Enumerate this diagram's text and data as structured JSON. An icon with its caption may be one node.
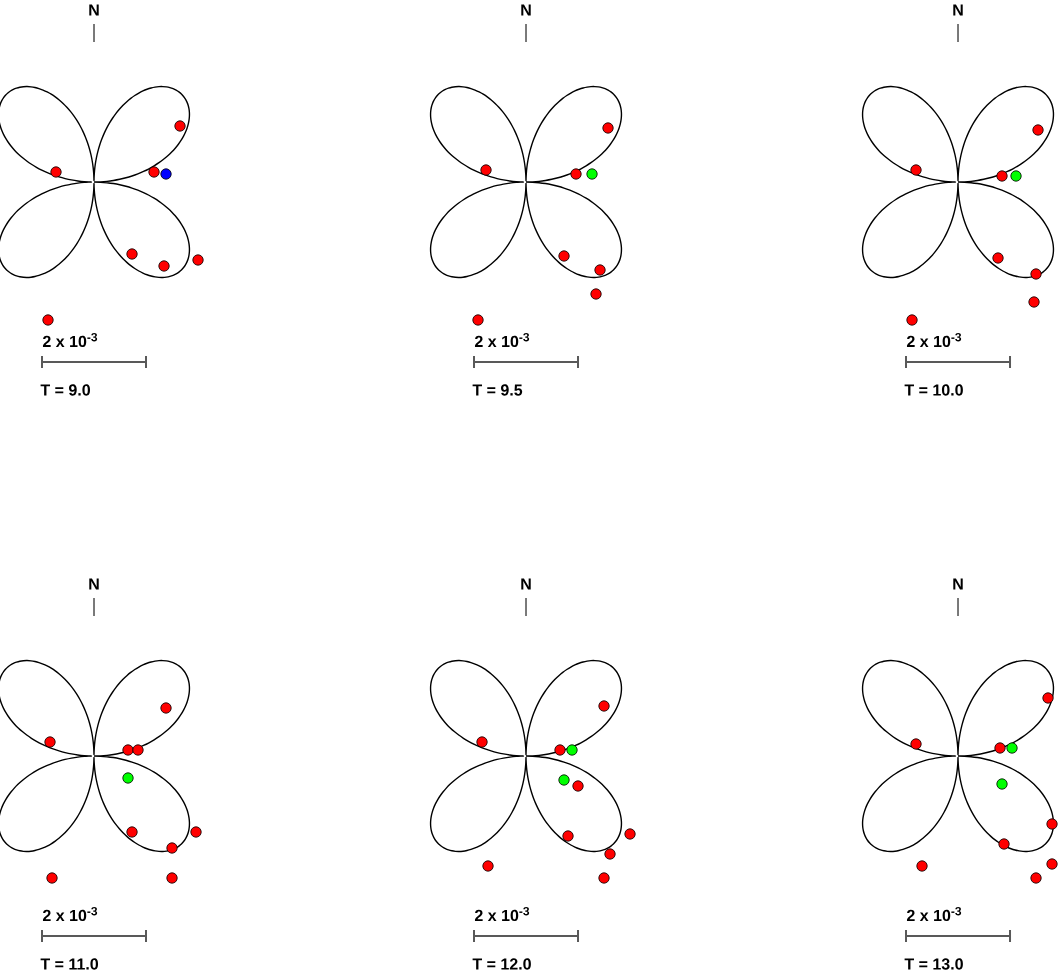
{
  "diagram": {
    "labels": [
      "N",
      "N",
      "N",
      "2 x 10$^{-3}$",
      "2 x 10$^{-3}$",
      "2 x 10$^{-3}$",
      "T = 9.0",
      "T = 9.5",
      "T = 10.0",
      "N",
      "N",
      "N",
      "2 x 10$^{-3}$",
      "2 x 10$^{-3}$",
      "2 x 10$^{-3}$",
      "T = 11.0",
      "T = 12.0",
      "T = 13.0"
    ]
  }
}
